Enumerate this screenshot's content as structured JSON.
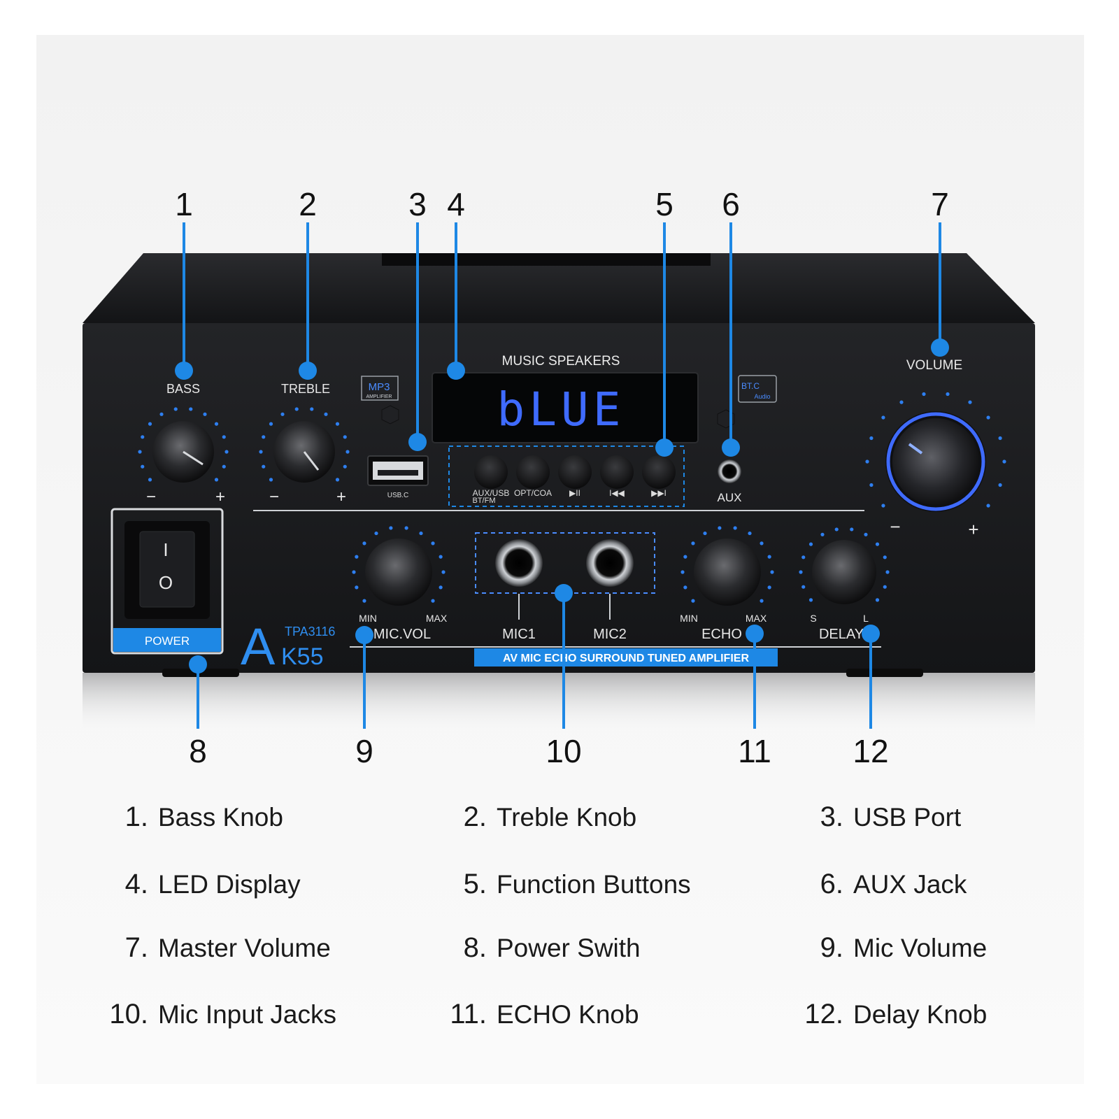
{
  "callout_numbers": [
    "1",
    "2",
    "3",
    "4",
    "5",
    "6",
    "7",
    "8",
    "9",
    "10",
    "11",
    "12"
  ],
  "panel": {
    "bass_label": "BASS",
    "treble_label": "TREBLE",
    "minus": "−",
    "plus": "+",
    "mp3_badge": "MP3",
    "mp3_sub": "AMPLIFIER",
    "display_title": "MUSIC SPEAKERS",
    "display_text": "bLUE",
    "usb_label": "USB.C",
    "btn_labels": [
      "AUX/USB",
      "OPT/COA",
      "▶II",
      "I◀◀",
      "▶▶I"
    ],
    "btn_sublabel": "BT/FM",
    "bt_badge": "BT.C",
    "bt_sub": "Audio",
    "aux_label": "AUX",
    "volume_label": "VOLUME",
    "power_switch_on": "I",
    "power_switch_off": "O",
    "power_label": "POWER",
    "model_chip": "TPA3116",
    "model_a": "A",
    "model_rest": "K55",
    "micvol_label": "MIC.VOL",
    "min": "MIN",
    "max": "MAX",
    "mic1": "MIC1",
    "mic2": "MIC2",
    "echo_label": "ECHO",
    "delay_label": "DELAY",
    "delay_s": "S",
    "delay_l": "L",
    "banner": "AV MIC ECHO SURROUND TUNED AMPLIFIER"
  },
  "legend": [
    {
      "num": "1.",
      "text": "Bass Knob"
    },
    {
      "num": "2.",
      "text": "Treble Knob"
    },
    {
      "num": "3.",
      "text": "USB Port"
    },
    {
      "num": "4.",
      "text": "LED Display"
    },
    {
      "num": "5.",
      "text": "Function Buttons"
    },
    {
      "num": "6.",
      "text": "AUX Jack"
    },
    {
      "num": "7.",
      "text": "Master Volume"
    },
    {
      "num": "8.",
      "text": "Power Swith"
    },
    {
      "num": "9.",
      "text": "Mic Volume"
    },
    {
      "num": "10.",
      "text": "Mic Input Jacks"
    },
    {
      "num": "11.",
      "text": "ECHO Knob"
    },
    {
      "num": "12.",
      "text": "Delay Knob"
    }
  ],
  "colors": {
    "accent_blue": "#1e88e5",
    "panel_black": "#1b1c1f",
    "led_blue": "#3f6bff"
  }
}
